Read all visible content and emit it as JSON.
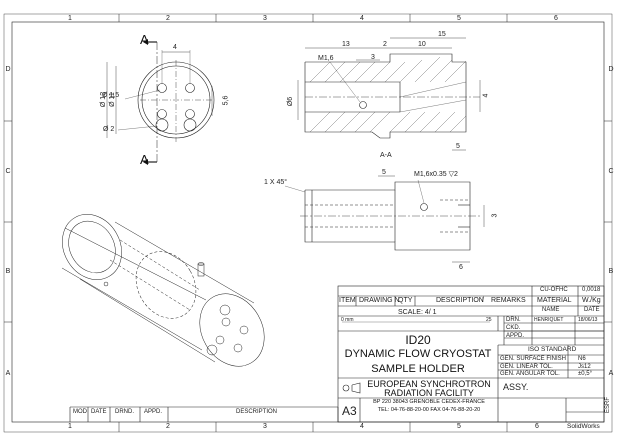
{
  "zones": {
    "cols": [
      "1",
      "2",
      "3",
      "4",
      "5",
      "6"
    ],
    "rows": [
      "D",
      "C",
      "B",
      "A"
    ]
  },
  "section": {
    "mark_a": "A",
    "view_label": "A-A"
  },
  "dims": {
    "top_4": "4",
    "d12": "Ø 12",
    "d11": "Ø 11",
    "d15": "Ø 1,5",
    "d2": "Ø 2",
    "v56": "5,6",
    "d13": "13",
    "d2b": "2",
    "d10": "10",
    "d15len": "15",
    "m16": "M1,6",
    "d3": "3",
    "d6": "Ø6",
    "d4r": "4",
    "d5": "5",
    "chamfer": "1 X 45°",
    "d5b": "5",
    "thread": "M1,6x0.35 ▽2",
    "d3b": "3",
    "d6b": "6"
  },
  "title_block": {
    "material_code": "CU-OFHC",
    "mass": "0,0018",
    "material_label": "MATERIAL",
    "mass_unit": "W./Kg",
    "item": "ITEM",
    "drawing_n": "DRAWING N",
    "qty": "QTY",
    "description": "DESCRIPTION",
    "slash": "/",
    "remarks": "REMARKS",
    "drn": "DRN.",
    "ckd": "CKD.",
    "appd": "APPD.",
    "name_label": "NAME",
    "date_label": "DATE",
    "drawer": "HENRIQUET",
    "date": "18/06/13",
    "mm": "0 mm",
    "scale": "SCALE:  4/ 1",
    "scale_end": "25",
    "id": "ID20",
    "title1": "DYNAMIC FLOW CRYOSTAT",
    "title2": "SAMPLE HOLDER",
    "iso": "ISO STANDARD",
    "surface_label": "GEN. SURFACE FINISH",
    "surface": "N6",
    "linear_label": "GEN. LINEAR TOL.",
    "linear": "Js12",
    "angular_label": "GEN. ANGULAR TOL.",
    "angular": "±0,5°",
    "org1": "EUROPEAN SYNCHROTRON",
    "org2": "RADIATION FACILITY",
    "address": "BP 220 38043 GRENOBLE CEDEX-FRANCE",
    "tel": "TEL: 04-76-88-20-00    FAX 04-76-88-20-20",
    "assy": "ASSY.",
    "size": "A3",
    "mod": "MOD",
    "date_col": "DATE",
    "drnd": "DRND.",
    "appd_col": "APPD.",
    "desc_col": "DESCRIPTION",
    "software": "SolidWorks",
    "esrf": "ESRF"
  }
}
